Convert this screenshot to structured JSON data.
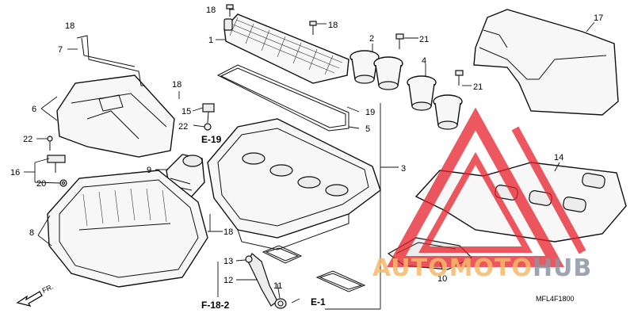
{
  "diagram": {
    "callouts": {
      "p1": "1",
      "p2": "2",
      "p3": "3",
      "p4": "4",
      "p5": "5",
      "p6": "6",
      "p7": "7",
      "p8": "8",
      "p9": "9",
      "p10": "10",
      "p11": "11",
      "p12": "12",
      "p13": "13",
      "p14": "14",
      "p15": "15",
      "p16": "16",
      "p17": "17",
      "p18": "18",
      "p19": "19",
      "p20": "20",
      "p21": "21",
      "p22": "22"
    },
    "refs": {
      "e19": "E-19",
      "e1": "E-1",
      "f182": "F-18-2"
    },
    "front_marker": "FR.",
    "diagram_code": "MFL4F1800"
  },
  "watermark": {
    "brand_part1": "AUTOMOTO",
    "brand_part2": "HUB",
    "colors": {
      "triangle": "#e8202a",
      "orange": "#f5b96a",
      "grey": "#8d96a6"
    }
  }
}
